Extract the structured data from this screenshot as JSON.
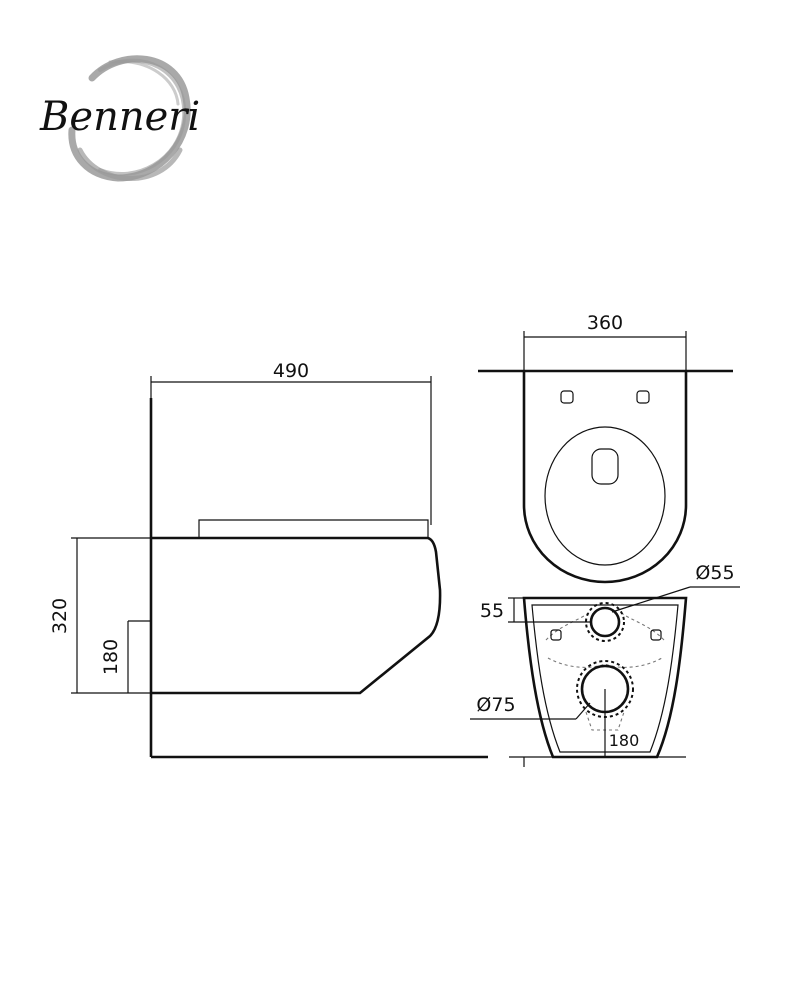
{
  "brand": {
    "name": "Benneri"
  },
  "dimensions": {
    "side_width": "490",
    "side_height": "320",
    "side_inlet_height": "180",
    "top_width": "360",
    "bottom_small_pipe_offset": "55",
    "bottom_small_pipe_diameter": "Ø55",
    "bottom_large_pipe_diameter": "Ø75",
    "bottom_large_pipe_height": "180"
  },
  "colors": {
    "line": "#111111",
    "logo_swirl": "#9a9a9a",
    "dashed": "#777777"
  }
}
